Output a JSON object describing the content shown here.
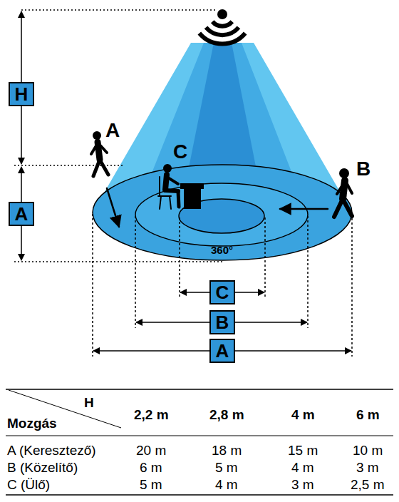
{
  "diagram": {
    "nodes": [
      {
        "text": [
          "H"
        ]
      },
      {
        "text": [
          "A"
        ]
      },
      {
        "text": [
          "C"
        ]
      },
      {
        "text": [
          "B"
        ]
      },
      {
        "text": [
          "A"
        ]
      }
    ],
    "labels": [
      "A",
      "C",
      "B",
      "360°",
      "H",
      "Mozgás",
      "2,2 m",
      "2,8 m",
      "4 m",
      "6 m",
      "A (Keresztező)",
      "20 m",
      "18 m",
      "15 m",
      "10 m",
      "B (Közelítő)",
      "6 m",
      "5 m",
      "4 m",
      "3 m",
      "C (Ülő)",
      "5 m",
      "4 m",
      "3 m",
      "2,5 m"
    ]
  }
}
